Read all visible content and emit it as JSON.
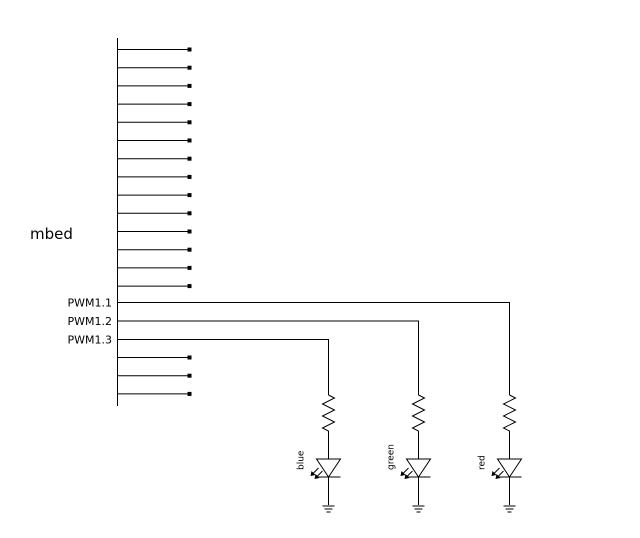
{
  "chip": {
    "label": "mbed"
  },
  "pins": {
    "unused_top_count": 14,
    "pwm": [
      "PWM1.1",
      "PWM1.2",
      "PWM1.3"
    ],
    "unused_bottom_count": 3
  },
  "leds": [
    {
      "label": "blue",
      "pin": "PWM1.3"
    },
    {
      "label": "green",
      "pin": "PWM1.2"
    },
    {
      "label": "red",
      "pin": "PWM1.1"
    }
  ],
  "colors": {
    "ink": "#000000",
    "background": "#ffffff"
  }
}
